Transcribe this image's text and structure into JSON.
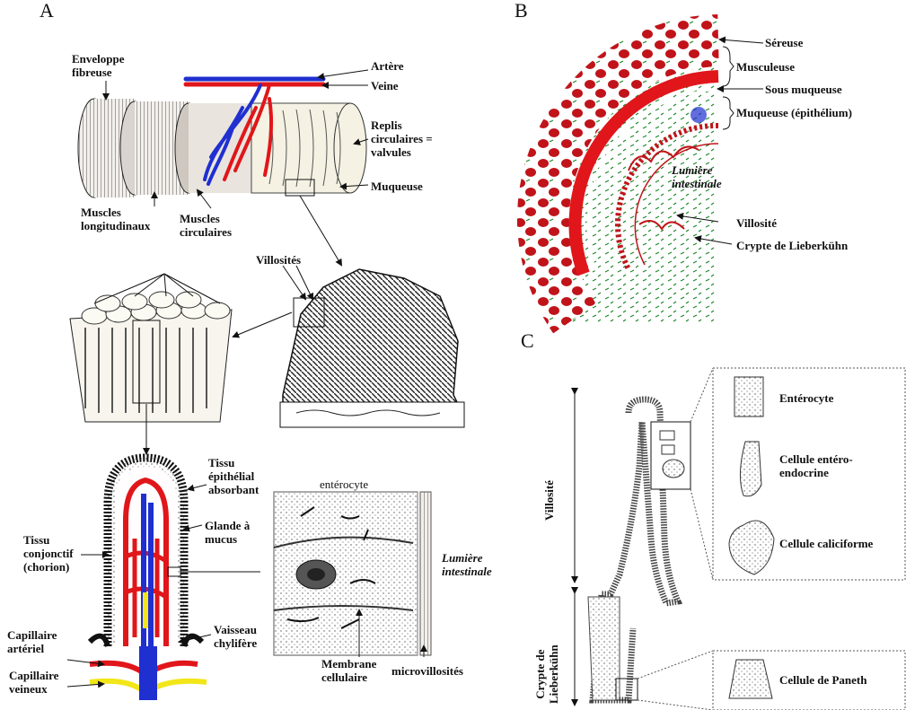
{
  "panels": {
    "a": {
      "letter": "A",
      "labels": {
        "enveloppe": "Enveloppe\nfibreuse",
        "artere": "Artère",
        "veine": "Veine",
        "replis": "Replis\ncirculaires =\nvalvules",
        "muqueuse": "Muqueuse",
        "muscles_long": "Muscles\nlongitudinaux",
        "muscles_circ": "Muscles\ncirculaires",
        "villosites": "Villosités",
        "tissu_epi": "Tissu\népithélial\nabsorbant",
        "enterocyte": "entérocyte",
        "glande": "Glande à\nmucus",
        "tissu_conj": "Tissu\nconjonctif\n(chorion)",
        "lumiere": "Lumière\nintestinale",
        "cap_art": "Capillaire\nartériel",
        "vaisseau": "Vaisseau\nchylifère",
        "membrane": "Membrane\ncellulaire",
        "microvill": "microvillosités",
        "cap_vein": "Capillaire\nveineux"
      }
    },
    "b": {
      "letter": "B",
      "labels": {
        "sereuse": "Séreuse",
        "musculeuse": "Musculeuse",
        "sous_muq": "Sous muqueuse",
        "muqueuse": "Muqueuse (épithélium)",
        "lumiere": "Lumière\nintestinale",
        "villosite": "Villosité",
        "crypte": "Crypte de Lieberkühn"
      }
    },
    "c": {
      "letter": "C",
      "labels": {
        "villosite": "Villosité",
        "crypte": "Crypte de\nLieberkühn",
        "enterocyte": "Entérocyte",
        "entero_endo": "Cellule entéro-\nendocrine",
        "caliciforme": "Cellule caliciforme",
        "paneth": "Cellule de Paneth"
      }
    }
  },
  "colors": {
    "artery": "#e0161b",
    "vein": "#1f2fd0",
    "lymph": "#f2e61a",
    "ink": "#111111",
    "dots": "#1f8a2a"
  }
}
